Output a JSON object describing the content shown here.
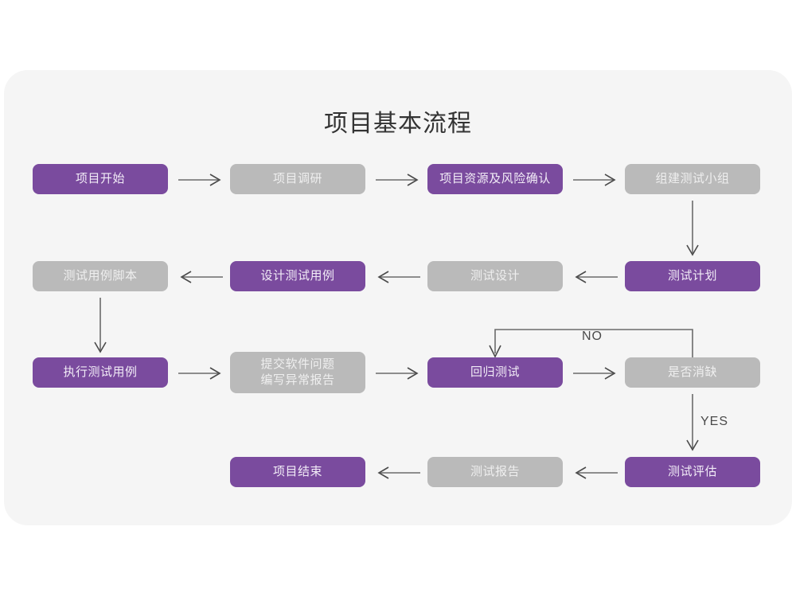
{
  "page": {
    "background_color": "#ffffff",
    "panel_color": "#f5f5f5"
  },
  "title": "项目基本流程",
  "colors": {
    "purple": "#7a4b9e",
    "purple_text": "#f2ecf7",
    "gray": "#bababa",
    "gray_text": "#efefef",
    "arrow": "#6b6b6b",
    "label_text": "#4a4a4a",
    "title_text": "#333333"
  },
  "chart_data": {
    "type": "diagram",
    "title": "项目基本流程",
    "nodes": [
      {
        "id": "n1",
        "label": "项目开始",
        "style": "purple",
        "row": 1,
        "col": 1
      },
      {
        "id": "n2",
        "label": "项目调研",
        "style": "gray",
        "row": 1,
        "col": 2
      },
      {
        "id": "n3",
        "label": "项目资源及风险确认",
        "style": "purple",
        "row": 1,
        "col": 3
      },
      {
        "id": "n4",
        "label": "组建测试小组",
        "style": "gray",
        "row": 1,
        "col": 4
      },
      {
        "id": "n5",
        "label": "测试用例脚本",
        "style": "gray",
        "row": 2,
        "col": 1
      },
      {
        "id": "n6",
        "label": "设计测试用例",
        "style": "purple",
        "row": 2,
        "col": 2
      },
      {
        "id": "n7",
        "label": "测试设计",
        "style": "gray",
        "row": 2,
        "col": 3
      },
      {
        "id": "n8",
        "label": "测试计划",
        "style": "purple",
        "row": 2,
        "col": 4
      },
      {
        "id": "n9",
        "label": "执行测试用例",
        "style": "purple",
        "row": 3,
        "col": 1
      },
      {
        "id": "n10",
        "label_line1": "提交软件问题",
        "label_line2": "编写异常报告",
        "style": "gray",
        "row": 3,
        "col": 2
      },
      {
        "id": "n11",
        "label": "回归测试",
        "style": "purple",
        "row": 3,
        "col": 3
      },
      {
        "id": "n12",
        "label": "是否消缺",
        "style": "gray",
        "row": 3,
        "col": 4
      },
      {
        "id": "n13",
        "label": "项目结束",
        "style": "purple",
        "row": 4,
        "col": 2
      },
      {
        "id": "n14",
        "label": "测试报告",
        "style": "gray",
        "row": 4,
        "col": 3
      },
      {
        "id": "n15",
        "label": "测试评估",
        "style": "purple",
        "row": 4,
        "col": 4
      }
    ],
    "edges": [
      {
        "from": "n1",
        "to": "n2",
        "direction": "right",
        "label": ""
      },
      {
        "from": "n2",
        "to": "n3",
        "direction": "right",
        "label": ""
      },
      {
        "from": "n3",
        "to": "n4",
        "direction": "right",
        "label": ""
      },
      {
        "from": "n4",
        "to": "n8",
        "direction": "down",
        "label": ""
      },
      {
        "from": "n8",
        "to": "n7",
        "direction": "left",
        "label": ""
      },
      {
        "from": "n7",
        "to": "n6",
        "direction": "left",
        "label": ""
      },
      {
        "from": "n6",
        "to": "n5",
        "direction": "left",
        "label": ""
      },
      {
        "from": "n5",
        "to": "n9",
        "direction": "down",
        "label": ""
      },
      {
        "from": "n9",
        "to": "n10",
        "direction": "right",
        "label": ""
      },
      {
        "from": "n10",
        "to": "n11",
        "direction": "right",
        "label": ""
      },
      {
        "from": "n11",
        "to": "n12",
        "direction": "right",
        "label": ""
      },
      {
        "from": "n12",
        "to": "n11",
        "direction": "loop-back-top",
        "label": "NO"
      },
      {
        "from": "n12",
        "to": "n15",
        "direction": "down",
        "label": "YES"
      },
      {
        "from": "n15",
        "to": "n14",
        "direction": "left",
        "label": ""
      },
      {
        "from": "n14",
        "to": "n13",
        "direction": "left",
        "label": ""
      }
    ],
    "edge_labels": [
      "NO",
      "YES"
    ]
  }
}
